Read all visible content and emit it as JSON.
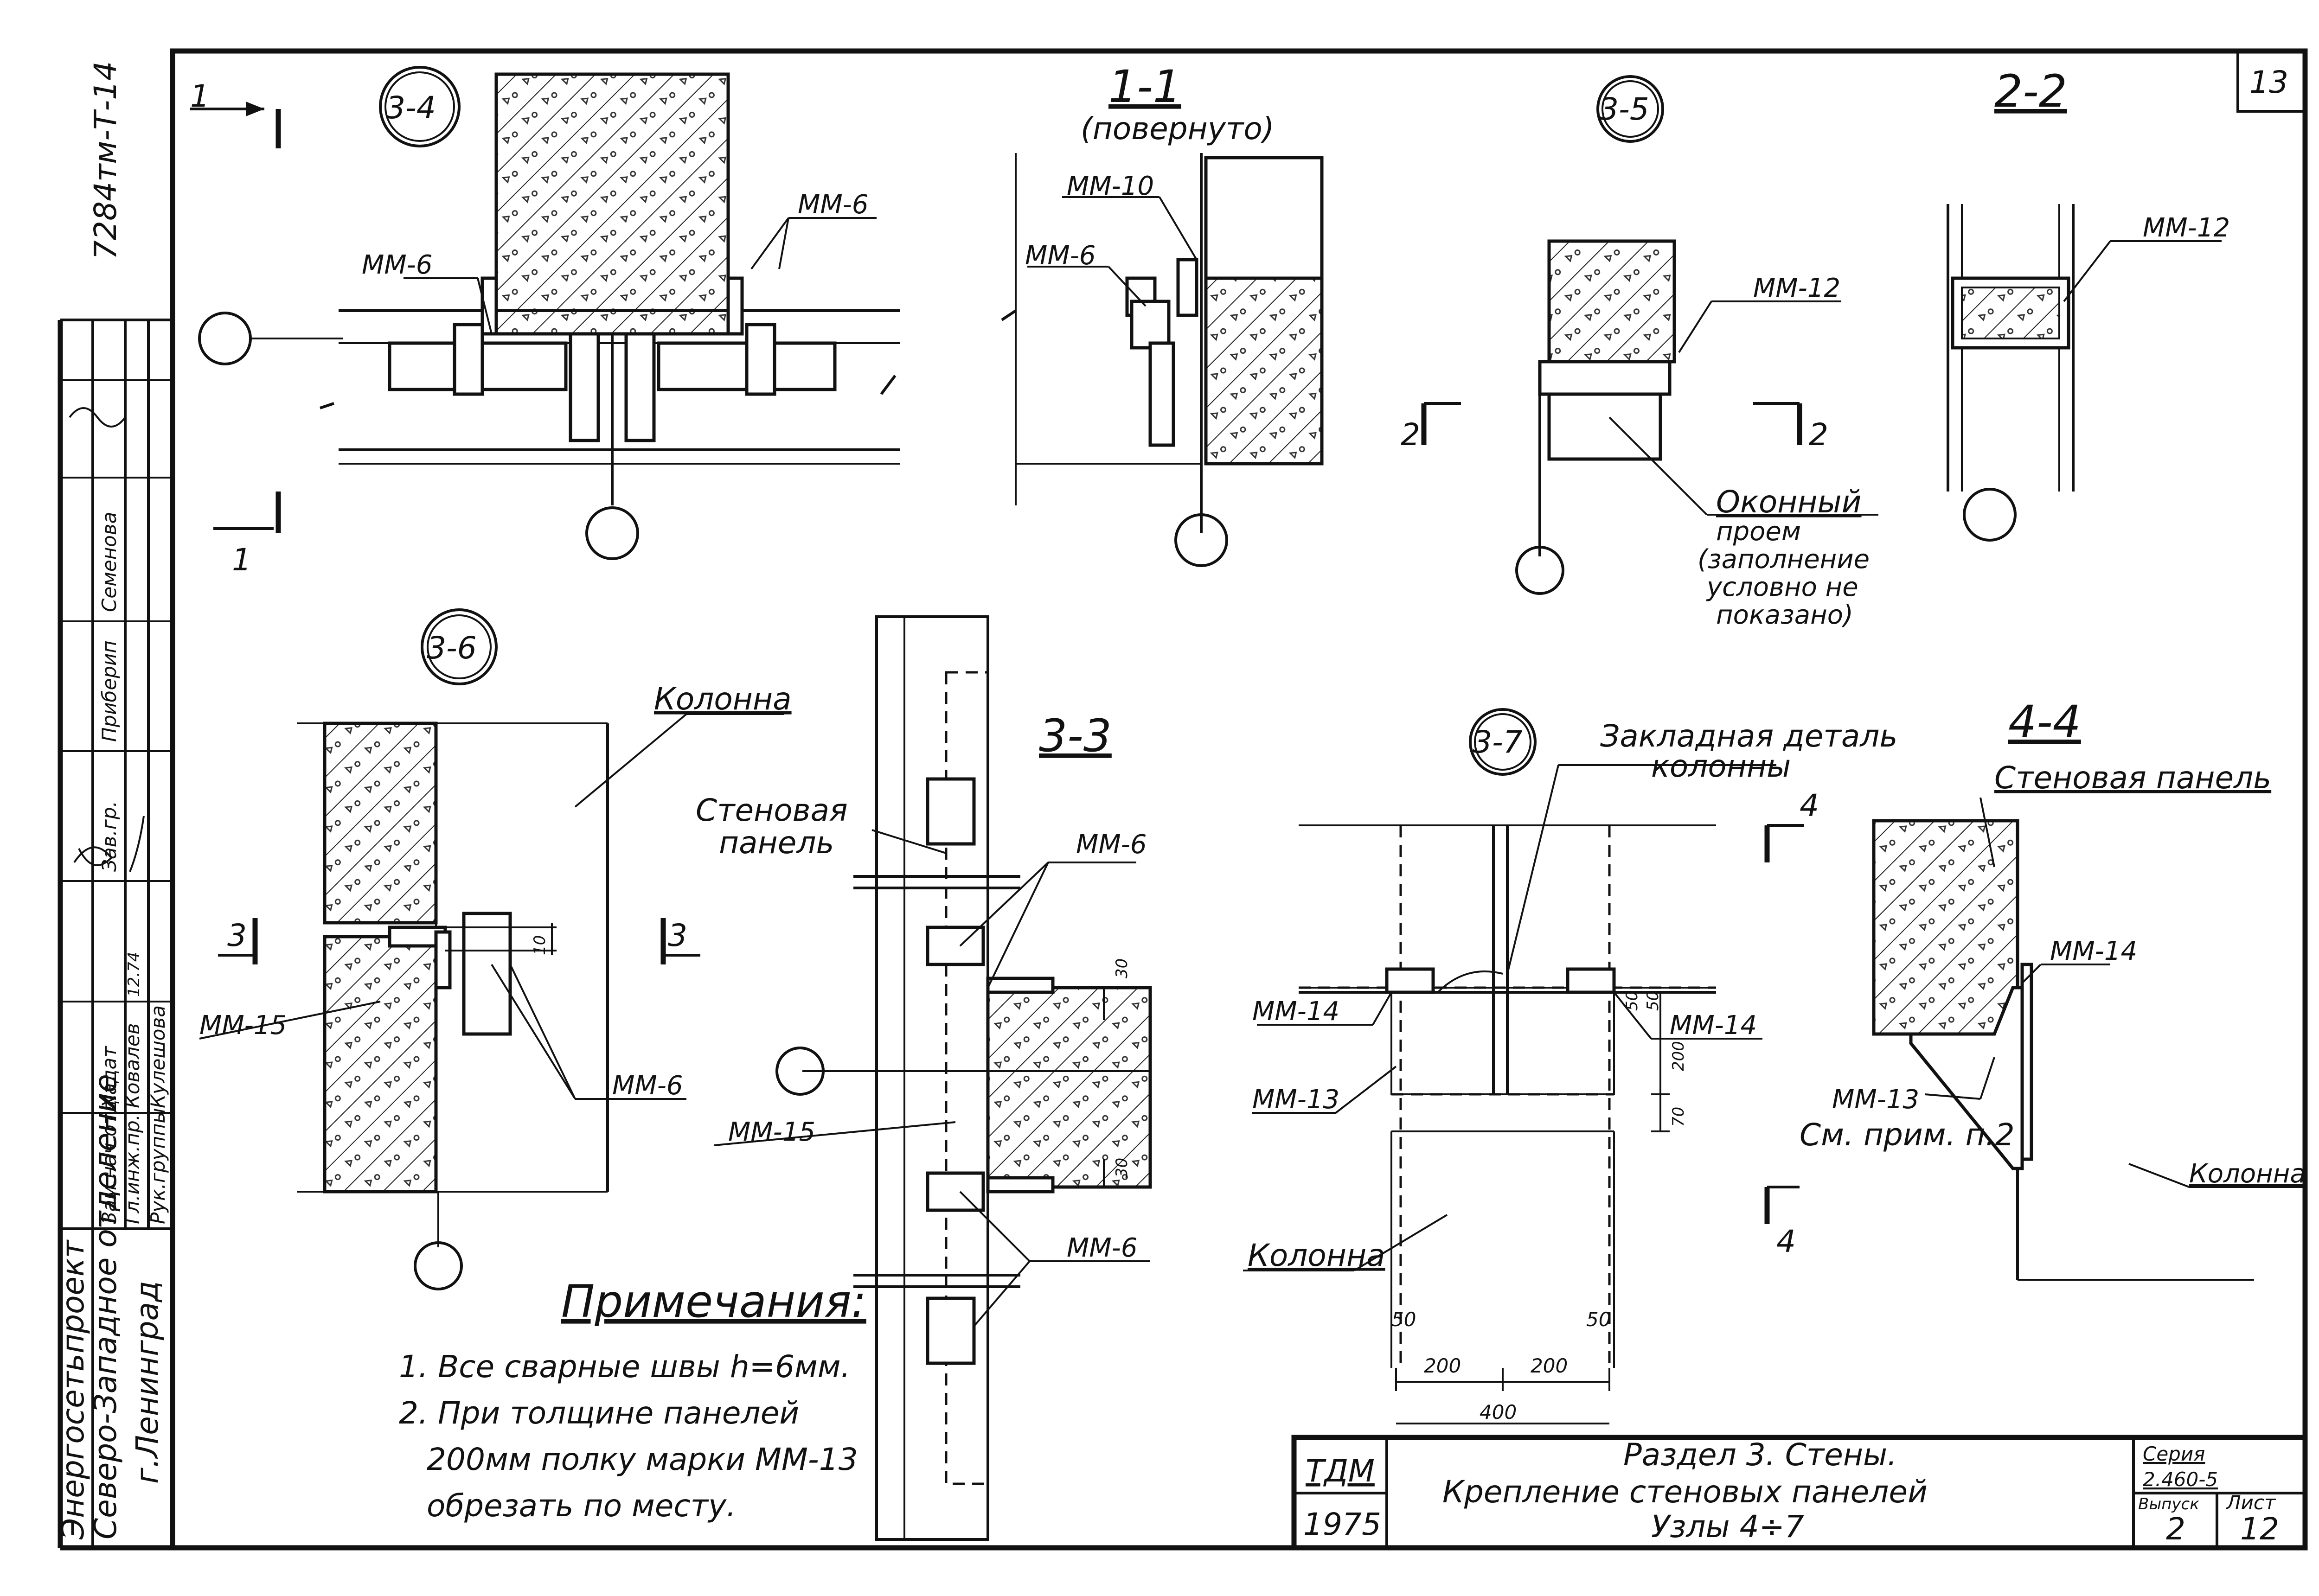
{
  "sheet": {
    "doc_code": "7284тм-Т-14",
    "page_no": "13",
    "org_line1": "Северо-Западное отделение",
    "org_line2": "г.Ленинград",
    "org_line0": "Энергосетьпроект"
  },
  "stamp_people": [
    {
      "role": "Зам.нач.отд.",
      "name": "Хадат"
    },
    {
      "role": "Гл.инж.пр.",
      "name": "Ковалев"
    },
    {
      "role": "Рук.группы",
      "name": "Кулешова"
    },
    {
      "role": "Зав.гр.",
      "name": "Приберип"
    },
    {
      "role": "",
      "name": "Семенова"
    }
  ],
  "stamp_date": "12.74",
  "title_block": {
    "org": "ТДМ",
    "year": "1975",
    "line1": "Раздел 3. Стены.",
    "line2": "Крепление стеновых панелей",
    "line3": "Узлы 4÷7",
    "series_label": "Серия",
    "series_value": "2.460-5",
    "issue_label": "Выпуск",
    "issue_value": "2",
    "sheet_label": "Лист",
    "sheet_value": "12"
  },
  "nodes": {
    "n34": "3-4",
    "n35": "3-5",
    "n36": "3-6",
    "n37": "3-7"
  },
  "sections": {
    "s11": "1-1",
    "s11_note": "(повернуто)",
    "s22": "2-2",
    "s33": "3-3",
    "s44": "4-4"
  },
  "cut_marks": {
    "one": "1",
    "two": "2",
    "three": "3",
    "four": "4"
  },
  "labels": {
    "mm6": "ММ-6",
    "mm10": "ММ-10",
    "mm12": "ММ-12",
    "mm13": "ММ-13",
    "mm14": "ММ-14",
    "mm15": "ММ-15",
    "kolonna": "Колонна",
    "wall_panel_1": "Стеновая",
    "wall_panel_2": "панель",
    "wall_panel_full": "Стеновая панель",
    "embed_1": "Закладная деталь",
    "embed_2": "колонны",
    "window_1": "Оконный",
    "window_2": "проем",
    "window_3": "(заполнение",
    "window_4": "условно не",
    "window_5": "показано)",
    "see_note": "См. прим. п.2"
  },
  "dims": {
    "d10": "10",
    "d30": "30",
    "d50": "50",
    "d70": "70",
    "d200": "200",
    "d400": "400"
  },
  "notes": {
    "title": "Примечания:",
    "n1": "1. Все сварные швы h=6мм.",
    "n2a": "2. При толщине панелей",
    "n2b": "200мм полку марки ММ-13",
    "n2c": "обрезать по месту."
  }
}
